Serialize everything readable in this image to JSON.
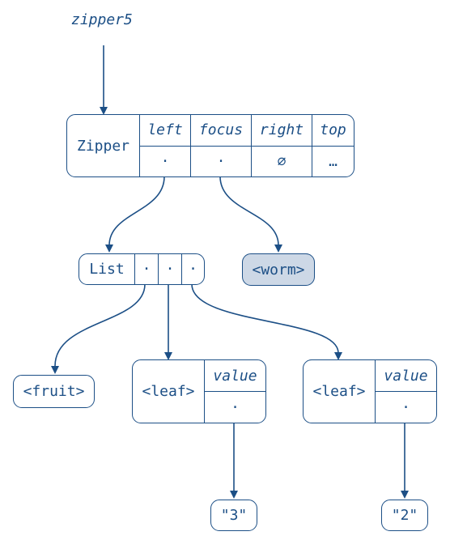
{
  "root_label": "zipper5",
  "zipper": {
    "type_label": "Zipper",
    "fields": [
      {
        "name": "left",
        "value": "·"
      },
      {
        "name": "focus",
        "value": "·"
      },
      {
        "name": "right",
        "value": "∅"
      },
      {
        "name": "top",
        "value": "…"
      }
    ]
  },
  "list_node": {
    "type_label": "List",
    "slots": [
      "·",
      "·",
      "·"
    ]
  },
  "worm_node": {
    "label": "<worm>"
  },
  "fruit_node": {
    "label": "<fruit>"
  },
  "leaf_a": {
    "type_label": "<leaf>",
    "field_name": "value",
    "field_value": "·",
    "target_label": "\"3\""
  },
  "leaf_b": {
    "type_label": "<leaf>",
    "field_name": "value",
    "field_value": "·",
    "target_label": "\"2\""
  },
  "colors": {
    "stroke": "#1c4f86",
    "highlight_fill": "#cdd8e6",
    "background": "#ffffff"
  }
}
